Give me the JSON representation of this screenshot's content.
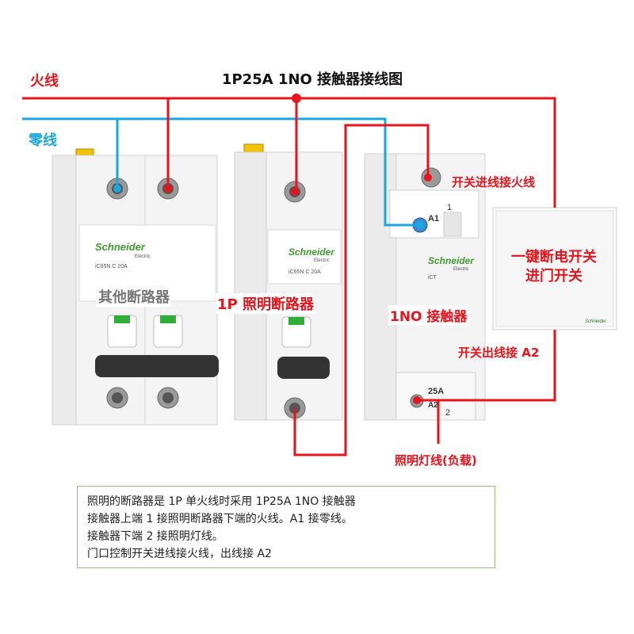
{
  "diagram": {
    "title": "1P25A 1NO 接触器接线图",
    "live_label": "火线",
    "neutral_label": "零线",
    "other_breaker_label": "其他断路器",
    "lighting_breaker_label": "1P 照明断路器",
    "contactor_label": "1NO 接触器",
    "switch_text_line1": "一键断电开关",
    "switch_text_line2": "进门开关",
    "switch_in_label": "开关进线接火线",
    "switch_out_label": "开关出线接 A2",
    "light_line_label": "照明灯线(负载)",
    "colors": {
      "live": "#e8141c",
      "neutral": "#1aa7e0",
      "brand": "#3f9a2f"
    }
  },
  "devices": {
    "brand": "Schneider",
    "brand_sub": "Electric",
    "breaker_model_2p": "iC65N C 20A",
    "breaker_model_1p": "iC65N C 20A",
    "contactor_model": "iCT",
    "contactor_rating": "25A",
    "terminal_a1": "A1",
    "terminal_a2": "A2",
    "terminal_1": "1",
    "terminal_2": "2"
  },
  "notes": [
    "照明的断路器是 1P 单火线时采用 1P25A 1NO 接触器",
    "接触器上端 1 接照明断路器下端的火线。A1 接零线。",
    "接触器下端 2 接照明灯线。",
    "门口控制开关进线接火线，出线接 A2"
  ]
}
